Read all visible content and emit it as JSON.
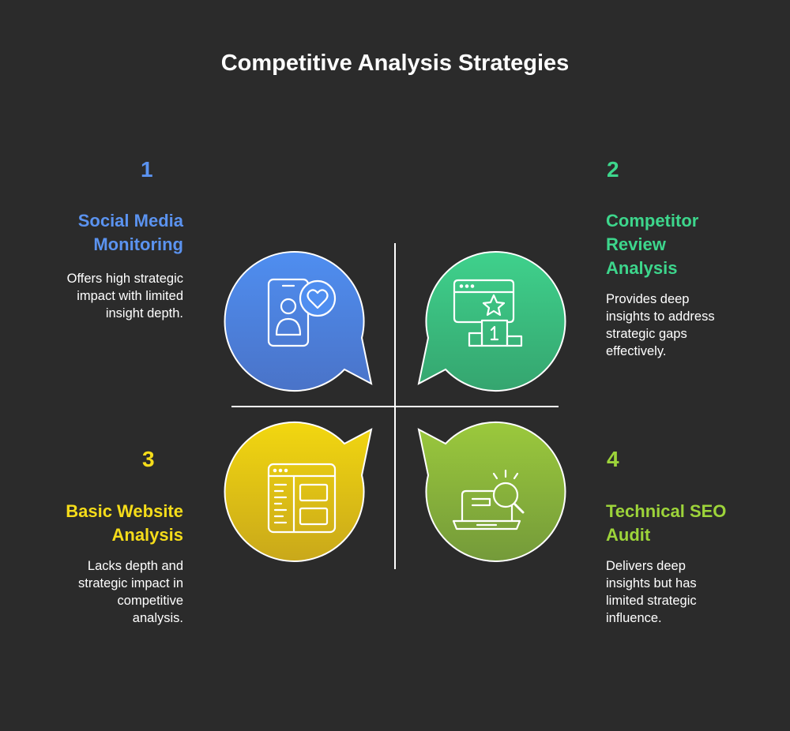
{
  "title": "Competitive Analysis Strategies",
  "colors": {
    "background": "#2b2b2b",
    "blue": "#5b93f0",
    "green": "#3dd68c",
    "yellow": "#f5dc1a",
    "lime": "#9dd43a",
    "divider": "#ffffff"
  },
  "quadrants": [
    {
      "number": "1",
      "heading_lines": [
        "Social Media",
        "Monitoring"
      ],
      "description_lines": [
        "Offers high strategic",
        "impact with limited",
        "insight depth."
      ],
      "icon": "phone-user-heart-icon"
    },
    {
      "number": "2",
      "heading_lines": [
        "Competitor",
        "Review",
        "Analysis"
      ],
      "description_lines": [
        "Provides deep",
        "insights to address",
        "strategic gaps",
        "effectively."
      ],
      "icon": "browser-star-podium-icon"
    },
    {
      "number": "3",
      "heading_lines": [
        "Basic Website",
        "Analysis"
      ],
      "description_lines": [
        "Lacks depth and",
        "strategic impact in",
        "competitive",
        "analysis."
      ],
      "icon": "website-layout-icon"
    },
    {
      "number": "4",
      "heading_lines": [
        "Technical SEO",
        "Audit"
      ],
      "description_lines": [
        "Delivers deep",
        "insights but has",
        "limited strategic",
        "influence."
      ],
      "icon": "laptop-magnifier-icon"
    }
  ]
}
